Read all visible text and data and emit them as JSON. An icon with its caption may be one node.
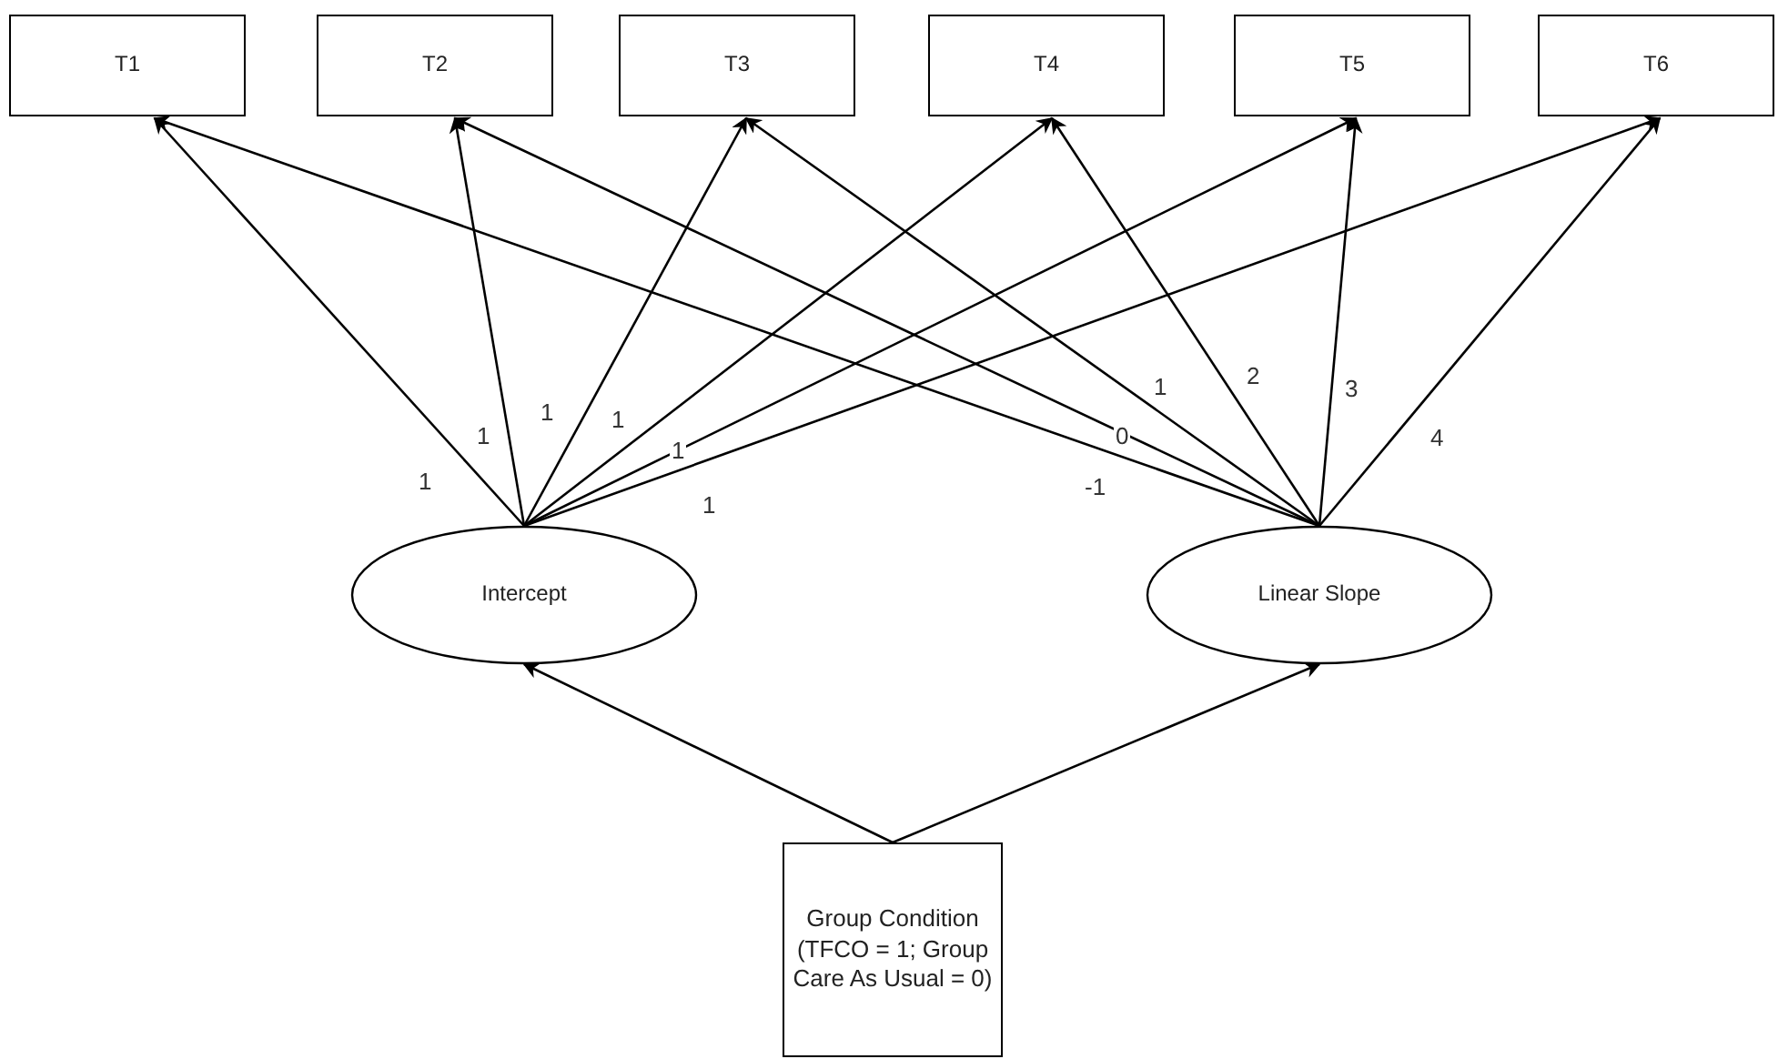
{
  "diagram": {
    "nodes": [
      {
        "text": [
          "T1"
        ]
      },
      {
        "text": [
          "T2"
        ]
      },
      {
        "text": [
          "T3"
        ]
      },
      {
        "text": [
          "T4"
        ]
      },
      {
        "text": [
          "T5"
        ]
      },
      {
        "text": [
          "T6"
        ]
      },
      {
        "text": [
          "Intercept"
        ]
      },
      {
        "text": [
          "Linear Slope"
        ]
      },
      {
        "text": [
          "Group Condition (TFCO = 1; Group Care As Usual = 0)"
        ]
      }
    ],
    "edges": [
      {
        "from": 6,
        "to": 0,
        "arrow": "to",
        "label": "1"
      },
      {
        "from": 6,
        "to": 1,
        "arrow": "to",
        "label": "1"
      },
      {
        "from": 6,
        "to": 2,
        "arrow": "to",
        "label": "1"
      },
      {
        "from": 6,
        "to": 3,
        "arrow": "to",
        "label": "1"
      },
      {
        "from": 6,
        "to": 4,
        "arrow": "to",
        "label": "1"
      },
      {
        "from": 6,
        "to": 5,
        "arrow": "to",
        "label": "1"
      },
      {
        "from": 7,
        "to": 0,
        "arrow": "to",
        "label": "-1"
      },
      {
        "from": 7,
        "to": 1,
        "arrow": "to",
        "label": "0"
      },
      {
        "from": 7,
        "to": 2,
        "arrow": "to",
        "label": "1"
      },
      {
        "from": 7,
        "to": 3,
        "arrow": "to",
        "label": "2"
      },
      {
        "from": 7,
        "to": 4,
        "arrow": "to",
        "label": "3"
      },
      {
        "from": 7,
        "to": 5,
        "arrow": "to",
        "label": "4"
      },
      {
        "from": 8,
        "to": 6,
        "arrow": "to"
      },
      {
        "from": 8,
        "to": 7,
        "arrow": "to"
      }
    ]
  }
}
